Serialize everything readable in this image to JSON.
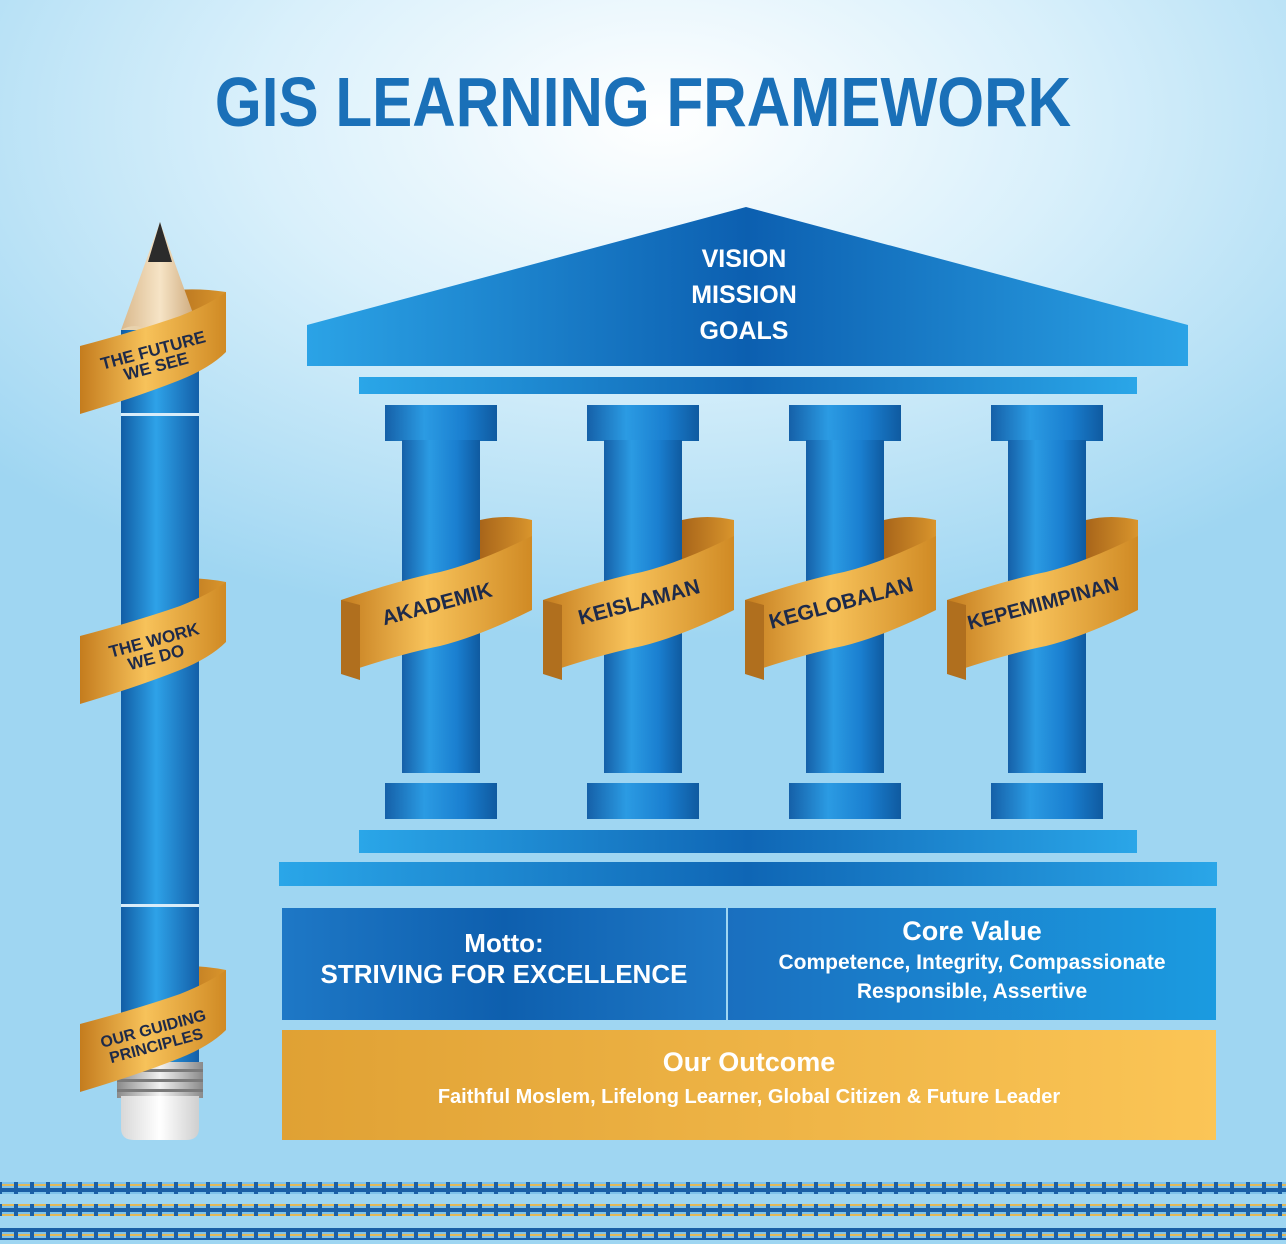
{
  "title": "GIS LEARNING FRAMEWORK",
  "roof": {
    "lines": [
      "VISION",
      "MISSION",
      "GOALS"
    ]
  },
  "pillars": [
    {
      "label": "AKADEMIK"
    },
    {
      "label": "KEISLAMAN"
    },
    {
      "label": "KEGLOBALAN"
    },
    {
      "label": "KEPEMIMPINAN"
    }
  ],
  "pencil": {
    "ribbons": [
      {
        "lines": [
          "THE FUTURE",
          "WE SEE"
        ]
      },
      {
        "lines": [
          "THE WORK",
          "WE DO"
        ]
      },
      {
        "lines": [
          "OUR GUIDING",
          "PRINCIPLES"
        ]
      }
    ]
  },
  "motto": {
    "title": "Motto:",
    "text": "STRIVING FOR EXCELLENCE"
  },
  "core_value": {
    "title": "Core Value",
    "line1": "Competence, Integrity, Compassionate",
    "line2": "Responsible, Assertive"
  },
  "outcome": {
    "title": "Our Outcome",
    "text": "Faithful Moslem, Lifelong Learner, Global Citizen & Future Leader"
  },
  "colors": {
    "title_blue": "#1a70b8",
    "pillar_blue": "#1d7fcc",
    "ribbon_gold": "#e8a93a",
    "outcome_gold": "#f2b13b"
  }
}
